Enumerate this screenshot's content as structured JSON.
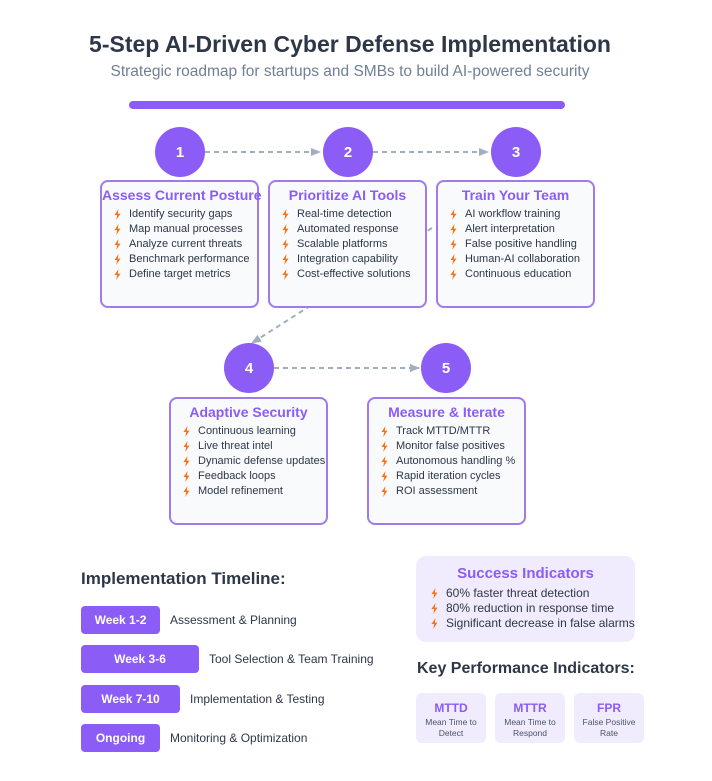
{
  "title": "5-Step AI-Driven Cyber Defense Implementation",
  "subtitle": "Strategic roadmap for startups and SMBs to build AI-powered security",
  "steps": [
    {
      "number": "1",
      "title": "Assess Current Posture",
      "items": [
        "Identify security gaps",
        "Map manual processes",
        "Analyze current threats",
        "Benchmark performance",
        "Define target metrics"
      ]
    },
    {
      "number": "2",
      "title": "Prioritize AI Tools",
      "items": [
        "Real-time detection",
        "Automated response",
        "Scalable platforms",
        "Integration capability",
        "Cost-effective solutions"
      ]
    },
    {
      "number": "3",
      "title": "Train Your Team",
      "items": [
        "AI workflow training",
        "Alert interpretation",
        "False positive handling",
        "Human-AI collaboration",
        "Continuous education"
      ]
    },
    {
      "number": "4",
      "title": "Adaptive Security",
      "items": [
        "Continuous learning",
        "Live threat intel",
        "Dynamic defense updates",
        "Feedback loops",
        "Model refinement"
      ]
    },
    {
      "number": "5",
      "title": "Measure & Iterate",
      "items": [
        "Track MTTD/MTTR",
        "Monitor false positives",
        "Autonomous handling %",
        "Rapid iteration cycles",
        "ROI assessment"
      ]
    }
  ],
  "timeline": {
    "heading": "Implementation Timeline:",
    "entries": [
      {
        "period": "Week 1-2",
        "label": "Assessment & Planning"
      },
      {
        "period": "Week 3-6",
        "label": "Tool Selection & Team Training"
      },
      {
        "period": "Week 7-10",
        "label": "Implementation & Testing"
      },
      {
        "period": "Ongoing",
        "label": "Monitoring & Optimization"
      }
    ]
  },
  "success": {
    "title": "Success Indicators",
    "items": [
      "60% faster threat detection",
      "80% reduction in response time",
      "Significant decrease in false alarms"
    ]
  },
  "kpi": {
    "heading": "Key Performance Indicators:",
    "items": [
      {
        "abbr": "MTTD",
        "desc_line1": "Mean Time to",
        "desc_line2": "Detect"
      },
      {
        "abbr": "MTTR",
        "desc_line1": "Mean Time to",
        "desc_line2": "Respond"
      },
      {
        "abbr": "FPR",
        "desc_line1": "False Positive",
        "desc_line2": "Rate"
      }
    ]
  },
  "colors": {
    "accent": "#8b5cf6",
    "card_border": "#9f7aea",
    "card_bg": "#f8fafc",
    "bolt": "#f97316",
    "connector": "#a0aec0"
  }
}
